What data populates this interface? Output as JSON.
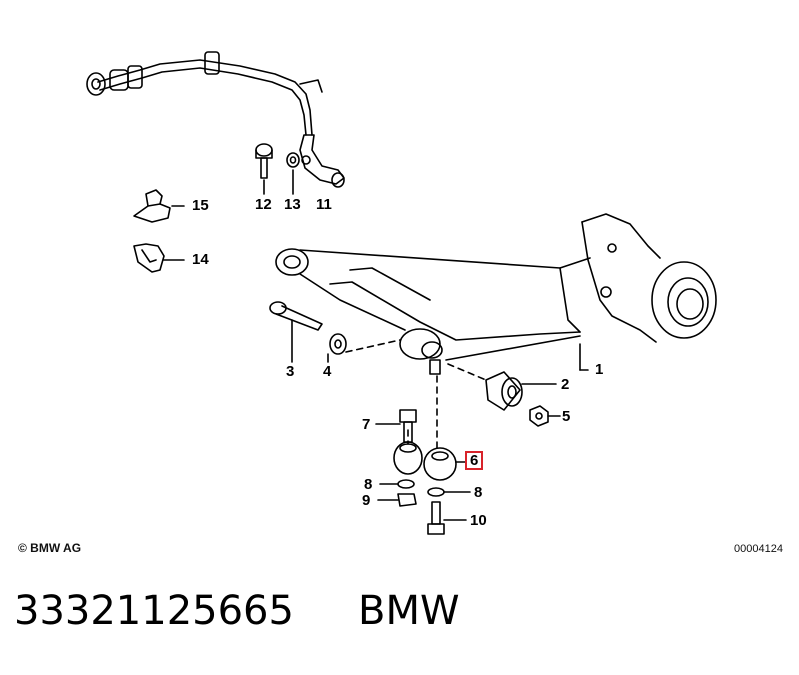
{
  "callouts": [
    "1",
    "2",
    "3",
    "4",
    "5",
    "6",
    "7",
    "8",
    "9",
    "8",
    "10",
    "11",
    "12",
    "13",
    "14",
    "15"
  ],
  "highlighted_callout": "6",
  "highlight_color": "#d8232a",
  "copyright": "© BMW AG",
  "diagram_number": "00004124",
  "part_number": "33321125665",
  "brand": "BMW"
}
